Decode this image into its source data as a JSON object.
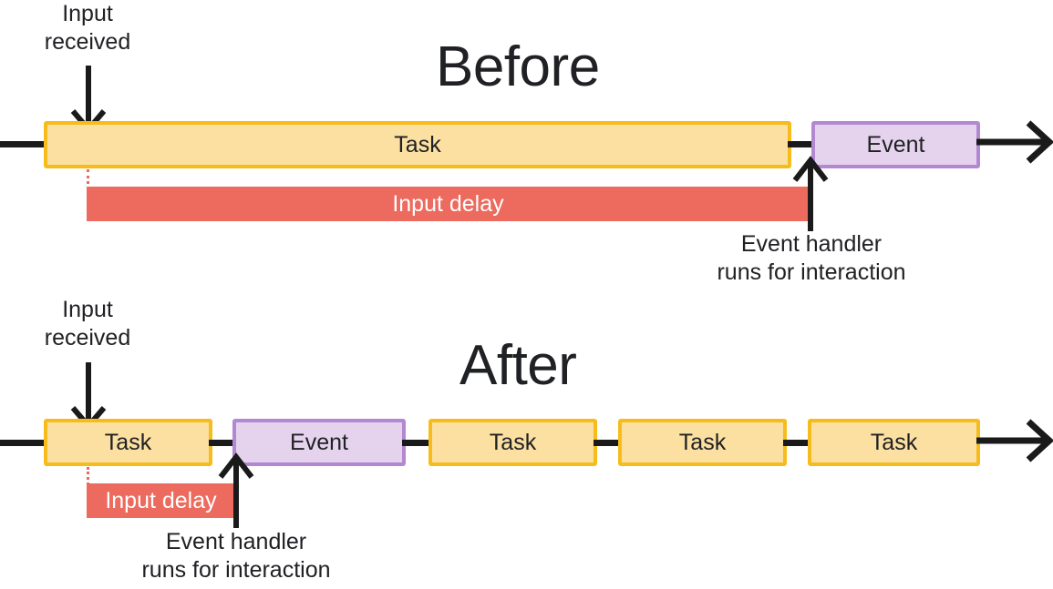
{
  "figure": {
    "title_before": "Before",
    "title_after": "After"
  },
  "labels": {
    "input_received": "Input\nreceived",
    "event_handler": "Event handler\nruns for interaction",
    "task": "Task",
    "event": "Event",
    "input_delay": "Input delay"
  },
  "colors": {
    "task_fill": "#fbe0a1",
    "task_border": "#f6bc1c",
    "event_fill": "#e5d3ee",
    "event_border": "#b388d0",
    "delay_fill": "#ec6a5e",
    "line": "#1a1a1a",
    "text": "#202124",
    "background": "#ffffff"
  },
  "before": {
    "title": "Before",
    "input_received_label": "Input\nreceived",
    "event_handler_label": "Event handler\nruns for interaction",
    "blocks": [
      {
        "type": "task",
        "label": "Task"
      },
      {
        "type": "event",
        "label": "Event"
      }
    ],
    "delay_bar": {
      "label": "Input delay"
    }
  },
  "after": {
    "title": "After",
    "input_received_label": "Input\nreceived",
    "event_handler_label": "Event handler\nruns for interaction",
    "blocks": [
      {
        "type": "task",
        "label": "Task"
      },
      {
        "type": "event",
        "label": "Event"
      },
      {
        "type": "task",
        "label": "Task"
      },
      {
        "type": "task",
        "label": "Task"
      },
      {
        "type": "task",
        "label": "Task"
      }
    ],
    "delay_bar": {
      "label": "Input delay"
    }
  }
}
